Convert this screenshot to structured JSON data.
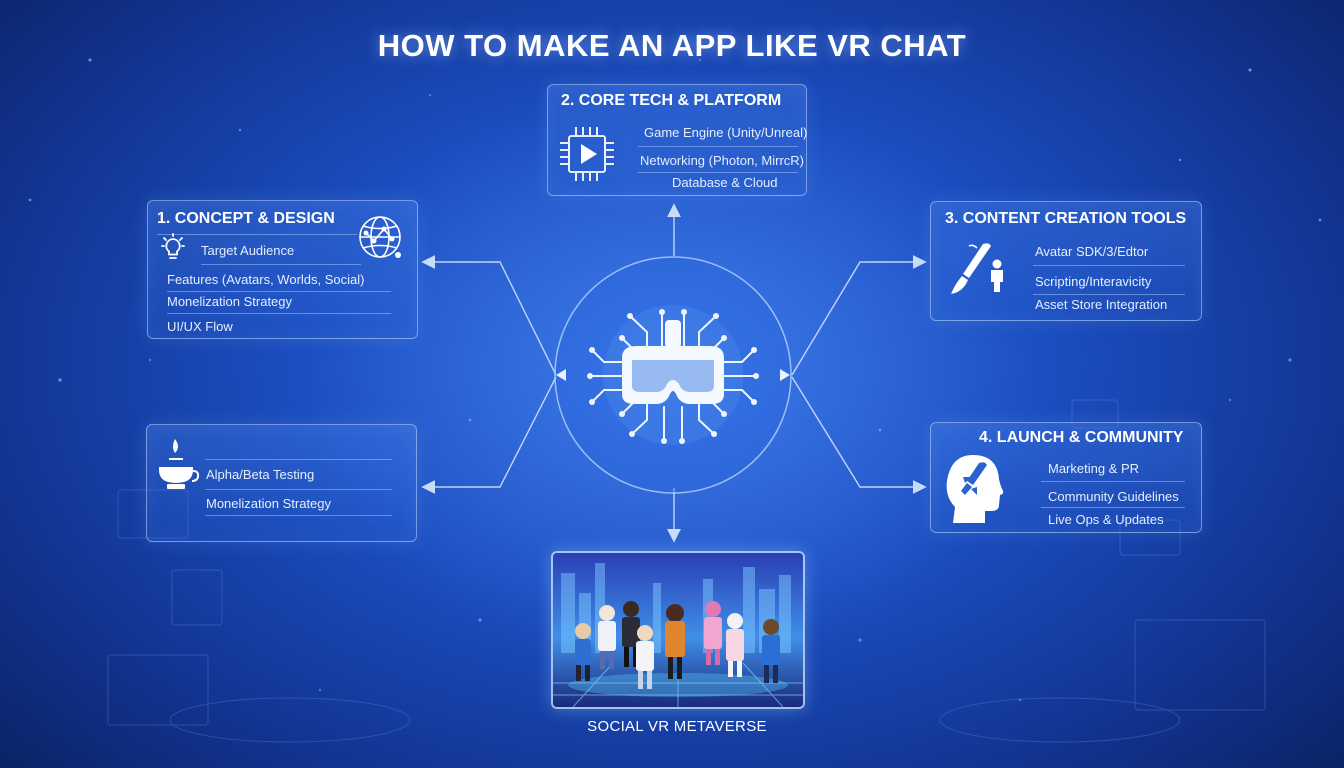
{
  "title": "HOW TO MAKE AN APP LIKE VR CHAT",
  "colors": {
    "accent": "#2f6ee0",
    "panel_border": "#b9d7ff",
    "text": "#e9f1ff"
  },
  "concept": {
    "title": "1. CONCEPT & DESIGN",
    "icon_left": "lightbulb-icon",
    "icon_right": "globe-network-icon",
    "items": [
      "Target Audience",
      "Features (Avatars, Worlds, Social)",
      "Monelization Strategy",
      "UI/UX Flow"
    ]
  },
  "core": {
    "title": "2. CORE TECH & PLATFORM",
    "icon": "chip-play-icon",
    "items": [
      "Game Engine (Unity/Unreal)",
      "Networking (Photon, MirrcR)",
      "Database & Cloud"
    ]
  },
  "content": {
    "title": "3. CONTENT CREATION TOOLS",
    "icon": "brush-avatar-icon",
    "items": [
      "Avatar SDK/3/Edtor",
      "Scripting/Interavicity",
      "Asset Store Integration"
    ]
  },
  "launch": {
    "title": "4. LAUNCH & COMMUNITY",
    "icon": "rocket-head-icon",
    "items": [
      "Marketing & PR",
      "Community Guidelines",
      "Live Ops & Updates"
    ]
  },
  "testing": {
    "icon": "flask-icon",
    "items": [
      "Alpha/Beta Testing",
      "Monelization Strategy"
    ]
  },
  "center": {
    "icon": "vr-headset-circuit-icon"
  },
  "social": {
    "caption": "SOCIAL VR METAVERSE",
    "image": "avatars-metaverse-scene"
  }
}
